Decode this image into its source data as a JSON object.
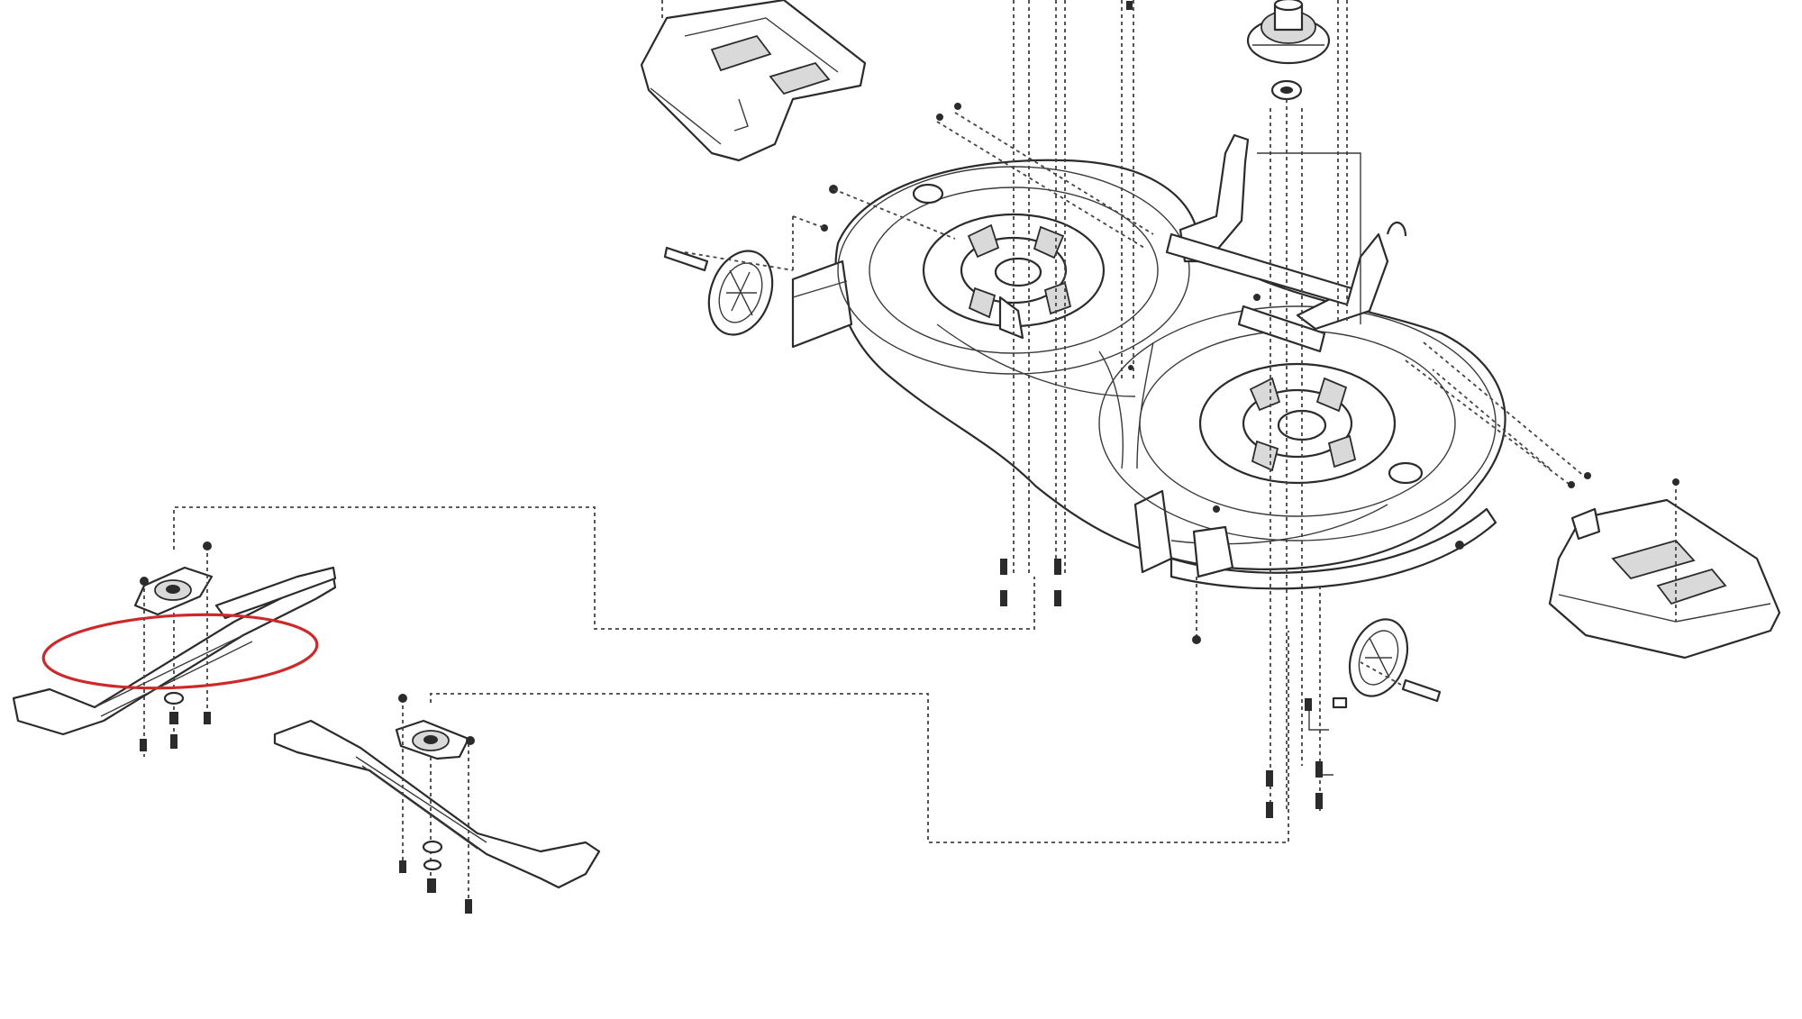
{
  "diagram": {
    "type": "exploded-parts-diagram",
    "subject": "mower-deck-assembly",
    "highlight_color": "#cc2a2a",
    "line_color": "#2b2b2b",
    "highlighted_part": "left-blade"
  }
}
